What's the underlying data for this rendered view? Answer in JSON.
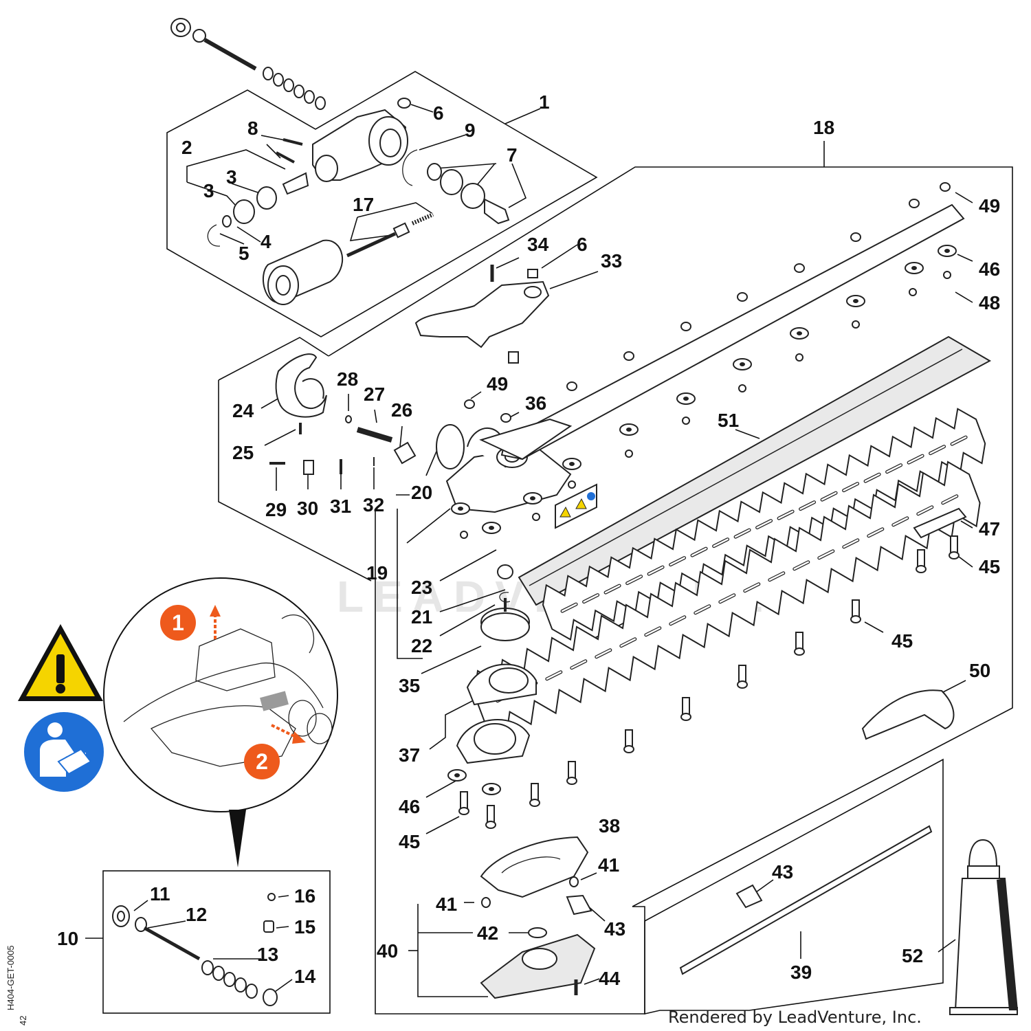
{
  "callouts": [
    {
      "id": "1",
      "text": "1"
    },
    {
      "id": "2",
      "text": "2"
    },
    {
      "id": "3a",
      "text": "3"
    },
    {
      "id": "3b",
      "text": "3"
    },
    {
      "id": "4",
      "text": "4"
    },
    {
      "id": "5",
      "text": "5"
    },
    {
      "id": "6a",
      "text": "6"
    },
    {
      "id": "6b",
      "text": "6"
    },
    {
      "id": "7",
      "text": "7"
    },
    {
      "id": "8",
      "text": "8"
    },
    {
      "id": "9",
      "text": "9"
    },
    {
      "id": "10",
      "text": "10"
    },
    {
      "id": "11",
      "text": "11"
    },
    {
      "id": "12",
      "text": "12"
    },
    {
      "id": "13",
      "text": "13"
    },
    {
      "id": "14",
      "text": "14"
    },
    {
      "id": "15",
      "text": "15"
    },
    {
      "id": "16",
      "text": "16"
    },
    {
      "id": "17",
      "text": "17"
    },
    {
      "id": "18",
      "text": "18"
    },
    {
      "id": "19",
      "text": "19"
    },
    {
      "id": "20",
      "text": "20"
    },
    {
      "id": "21",
      "text": "21"
    },
    {
      "id": "22",
      "text": "22"
    },
    {
      "id": "23",
      "text": "23"
    },
    {
      "id": "24",
      "text": "24"
    },
    {
      "id": "25",
      "text": "25"
    },
    {
      "id": "26",
      "text": "26"
    },
    {
      "id": "27",
      "text": "27"
    },
    {
      "id": "28",
      "text": "28"
    },
    {
      "id": "29",
      "text": "29"
    },
    {
      "id": "30",
      "text": "30"
    },
    {
      "id": "31",
      "text": "31"
    },
    {
      "id": "32",
      "text": "32"
    },
    {
      "id": "33",
      "text": "33"
    },
    {
      "id": "34",
      "text": "34"
    },
    {
      "id": "35",
      "text": "35"
    },
    {
      "id": "36",
      "text": "36"
    },
    {
      "id": "37",
      "text": "37"
    },
    {
      "id": "38",
      "text": "38"
    },
    {
      "id": "39",
      "text": "39"
    },
    {
      "id": "40",
      "text": "40"
    },
    {
      "id": "41a",
      "text": "41"
    },
    {
      "id": "41b",
      "text": "41"
    },
    {
      "id": "42",
      "text": "42"
    },
    {
      "id": "43a",
      "text": "43"
    },
    {
      "id": "43b",
      "text": "43"
    },
    {
      "id": "44",
      "text": "44"
    },
    {
      "id": "45a",
      "text": "45"
    },
    {
      "id": "45b",
      "text": "45"
    },
    {
      "id": "45c",
      "text": "45"
    },
    {
      "id": "46a",
      "text": "46"
    },
    {
      "id": "46b",
      "text": "46"
    },
    {
      "id": "47",
      "text": "47"
    },
    {
      "id": "48",
      "text": "48"
    },
    {
      "id": "49a",
      "text": "49"
    },
    {
      "id": "49b",
      "text": "49"
    },
    {
      "id": "50",
      "text": "50"
    },
    {
      "id": "51",
      "text": "51"
    },
    {
      "id": "52",
      "text": "52"
    }
  ],
  "steps": [
    {
      "text": "1"
    },
    {
      "text": "2"
    }
  ],
  "drawing_code": "H404-GET-0005",
  "drawing_rev": "42",
  "credit": "Rendered by LeadVenture, Inc.",
  "watermark": "LEADVENTURE",
  "colors": {
    "line": "#111111",
    "warning_yellow": "#f5d400",
    "info_blue": "#1f6fd6",
    "step_orange": "#ee5a1c"
  },
  "icons": [
    "warning-triangle-icon",
    "read-manual-icon"
  ]
}
